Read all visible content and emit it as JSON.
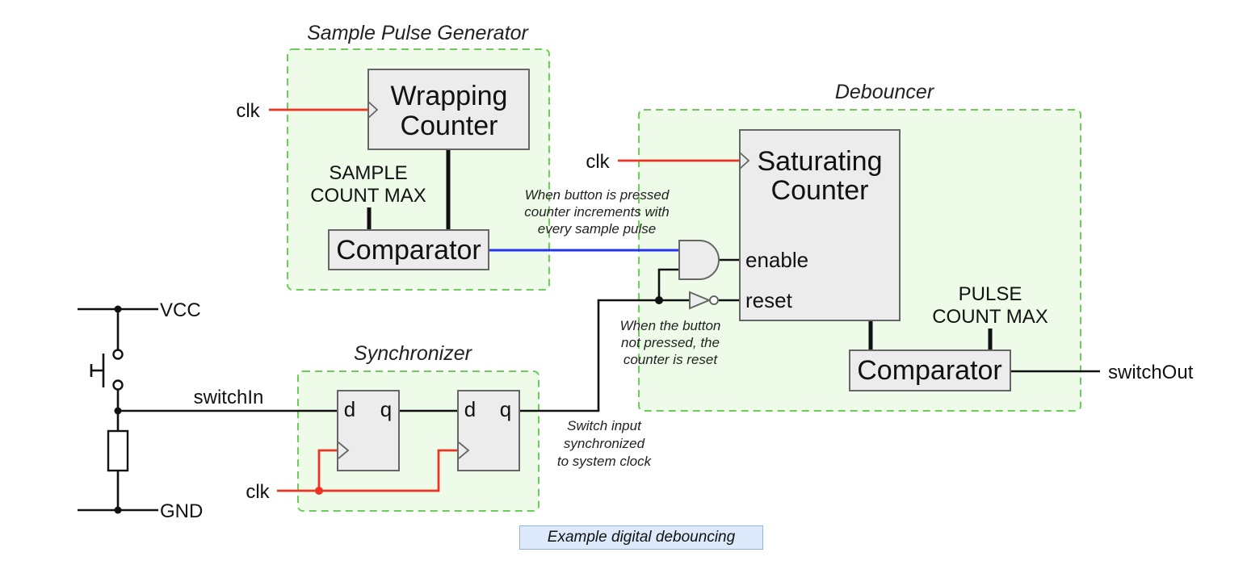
{
  "groups": {
    "sample_pulse_generator": "Sample Pulse Generator",
    "debouncer": "Debouncer",
    "synchronizer": "Synchronizer"
  },
  "blocks": {
    "wrapping_counter": [
      "Wrapping",
      "Counter"
    ],
    "saturating_counter": [
      "Saturating",
      "Counter"
    ],
    "comparator_top": "Comparator",
    "comparator_right": "Comparator",
    "ff_d": "d",
    "ff_q": "q"
  },
  "signals": {
    "clk": "clk",
    "vcc": "VCC",
    "gnd": "GND",
    "switch_in": "switchIn",
    "switch_out": "switchOut",
    "enable": "enable",
    "reset": "reset",
    "sample_count_max": [
      "SAMPLE",
      "COUNT MAX"
    ],
    "pulse_count_max": [
      "PULSE",
      "COUNT MAX"
    ]
  },
  "notes": {
    "pressed": [
      "When button is pressed",
      "counter increments with",
      "every sample pulse"
    ],
    "not_pressed": [
      "When the button",
      "not pressed, the",
      "counter is reset"
    ],
    "sync": [
      "Switch input",
      "synchronized",
      "to system clock"
    ]
  },
  "caption": "Example digital debouncing",
  "colors": {
    "clock_wire": "#ee3322",
    "enable_wire": "#2233ee",
    "group_border": "#6ccd5a",
    "group_fill": "#eefbe8",
    "block_fill": "#ececec"
  }
}
